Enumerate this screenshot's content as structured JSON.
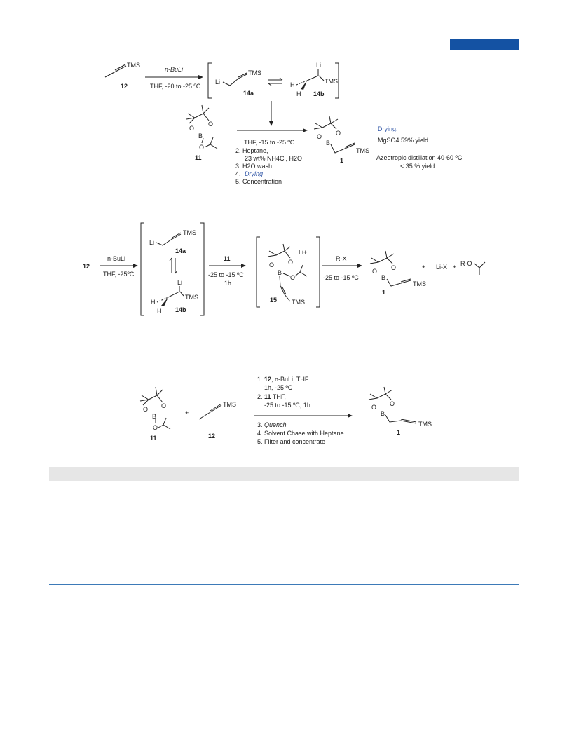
{
  "scheme1": {
    "reagent_top": "n-BuLi",
    "cond_1": "THF, -20 to -25 ºC",
    "cmp12_tms": "TMS",
    "cmp12_label": "12",
    "li_14a": "Li",
    "tms_14a": "TMS",
    "label_14a": "14a",
    "li_14b": "Li",
    "h_14b_a": "H",
    "h_14b_b": "H",
    "tms_14b": "TMS",
    "label_14b": "14b",
    "cmp11_label": "11",
    "cond_2": "THF, -15 to -25 ºC",
    "step2_a": "2. Heptane,",
    "step2_b": "23 wt% NH4Cl, H2O",
    "step3": "3. H2O wash",
    "step4_num": "4.",
    "step4_word": "Drying",
    "step5": "5. Concentration",
    "cmp1_tms": "TMS",
    "cmp1_label": "1",
    "drying_title": "Drying:",
    "drying_mgso4": "MgSO4    59% yield",
    "drying_azeo": "Azeotropic distillation 40-60 ºC",
    "drying_azeo_yield": "< 35 % yield"
  },
  "scheme2": {
    "start": "12",
    "reagent": "n-BuLi",
    "cond": "THF, -25ºC",
    "li_14a": "Li",
    "tms_14a": "TMS",
    "label_14a": "14a",
    "li_14b": "Li",
    "h_14b_a": "H",
    "h_14b_b": "H",
    "tms_14b": "TMS",
    "label_14b": "14b",
    "reagent_11": "11",
    "cond_11a": "-25 to -15 ºC",
    "cond_11b": "1h",
    "li_15": "Li+",
    "tms_15": "TMS",
    "label_15": "15",
    "rx": "R-X",
    "cond_rx": "-25 to -15 ºC",
    "cmp1_tms": "TMS",
    "cmp1_label": "1",
    "plus1": "+",
    "lix": "Li-X",
    "plus2": "+",
    "ro": "R-O"
  },
  "scheme3": {
    "cmp11_label": "11",
    "plus": "+",
    "cmp12_tms": "TMS",
    "cmp12_label": "12",
    "step1_num": "1. ",
    "step1_bold": "12",
    "step1_rest": ", n-BuLi, THF",
    "step1_b": "1h, -25 ºC",
    "step2_num": "2. ",
    "step2_bold": "11",
    "step2_rest": " THF,",
    "step2_b": "-25 to -15 ºC, 1h",
    "step3_num": "3. ",
    "step3_word": "Quench",
    "step4": "4. Solvent Chase with Heptane",
    "step5": "5. Filter and concentrate",
    "cmp1_tms": "TMS",
    "cmp1_label": "1"
  },
  "atoms": {
    "B": "B",
    "O": "O"
  },
  "colors": {
    "rule": "#3d7ab8",
    "tab": "#1452a3",
    "band": "#e6e6e6",
    "drying": "#3358a8"
  }
}
